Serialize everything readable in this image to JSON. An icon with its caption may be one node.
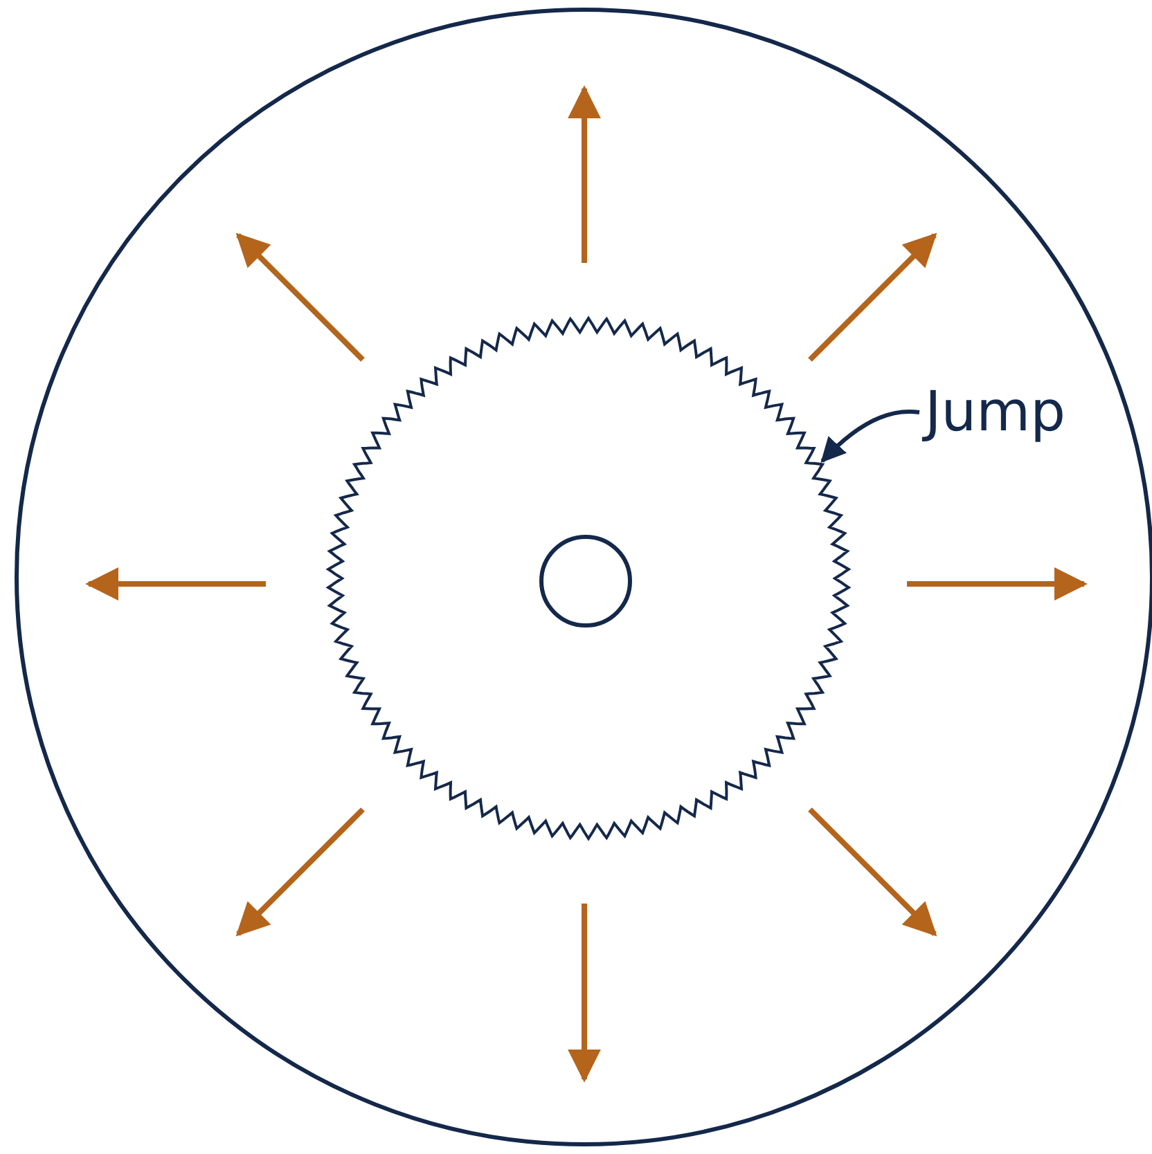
{
  "diagram": {
    "nodes": [
      {
        "text": [
          "Jump"
        ]
      },
      {
        "text": [],
        "shape": "circle"
      }
    ],
    "edges": [
      {
        "from": 0,
        "to": 1,
        "arrow": "to"
      }
    ]
  }
}
